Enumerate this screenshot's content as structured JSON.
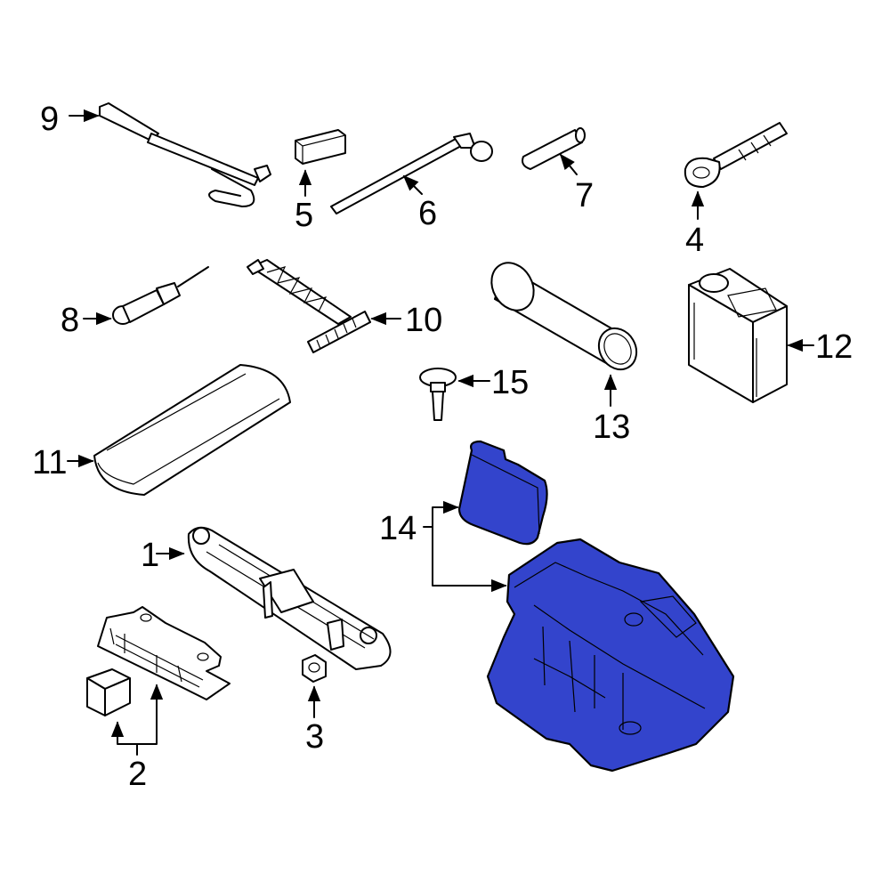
{
  "highlight_color": "#3344cc",
  "callouts": {
    "c1": "1",
    "c2": "2",
    "c3": "3",
    "c4": "4",
    "c5": "5",
    "c6": "6",
    "c7": "7",
    "c8": "8",
    "c9": "9",
    "c10": "10",
    "c11": "11",
    "c12": "12",
    "c13": "13",
    "c14": "14",
    "c15": "15"
  }
}
